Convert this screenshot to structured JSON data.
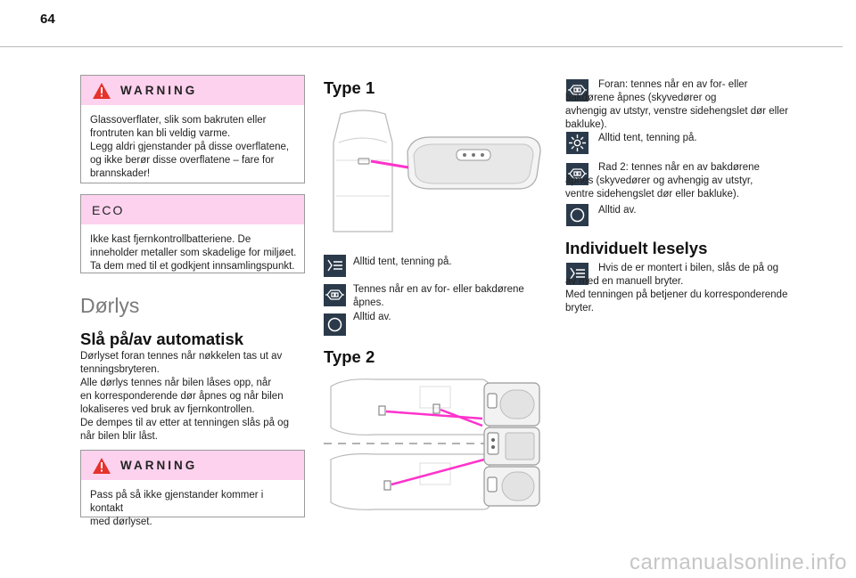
{
  "page_number": "64",
  "warning1": {
    "title": "WARNING",
    "body": "Glassoverflater, slik som bakruten eller\nfrontruten kan bli veldig varme.\nLegg aldri gjenstander på disse overflatene,\nog ikke berør disse overflatene – fare for\nbrannskader!"
  },
  "eco": {
    "title": "ECO",
    "body": "Ikke kast fjernkontrollbatteriene. De\ninneholder metaller som skadelige for miljøet.\nTa dem med til et godkjent innsamlingspunkt."
  },
  "section_title": "Dørlys",
  "auto": {
    "heading": "Slå på/av automatisk",
    "body": "Dørlyset foran tennes når nøkkelen tas ut av\ntenningsbryteren.\nAlle dørlys tennes når bilen låses opp, når\nen korresponderende dør åpnes og når bilen\nlokaliseres ved bruk av fjernkontrollen.\nDe dempes til av etter at tenningen slås på og\nnår bilen blir låst."
  },
  "warning2": {
    "title": "WARNING",
    "body": "Pass på så ikke gjenstander kommer i kontakt\nmed dørlyset."
  },
  "type1": {
    "heading": "Type 1",
    "items": [
      {
        "icon": "interior-light-on-icon",
        "text": "Alltid tent, tenning på."
      },
      {
        "icon": "door-light-icon",
        "text": "Tennes når en av for- eller bakdørene\nåpnes."
      },
      {
        "icon": "light-off-icon",
        "text": "Alltid av."
      }
    ]
  },
  "type2": {
    "heading": "Type 2"
  },
  "col3": {
    "items": [
      {
        "icon": "door-light-icon",
        "text": "Foran: tennes når en av for- eller\nbakdørene åpnes (skyvedører og\navhengig av utstyr, venstre sidehengslet dør eller\nbakluke)."
      },
      {
        "icon": "sun-light-icon",
        "text": "Alltid tent, tenning på."
      },
      {
        "icon": "door-light-icon",
        "text": "Rad 2: tennes når en av bakdørene\nåpnes (skyvedører og avhengig av utstyr,\nventre sidehengslet dør eller bakluke)."
      },
      {
        "icon": "light-off-icon",
        "text": "Alltid av."
      }
    ]
  },
  "individual": {
    "heading": "Individuelt leselys",
    "body": "Hvis de er montert i bilen, slås de på og\nav med en manuell bryter.\nMed tenningen på betjener du korresponderende\nbryter."
  },
  "footer": "carmanualsonline.info",
  "colors": {
    "pink_header": "#fdd2ee",
    "icon_bg": "#2b3a4a",
    "magenta_line": "#ff33cc"
  }
}
